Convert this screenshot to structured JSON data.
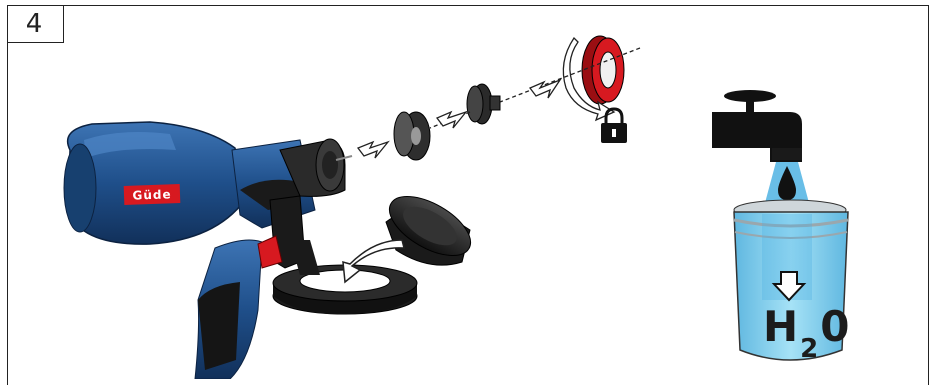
{
  "step": {
    "number": "4"
  },
  "sprayer": {
    "brand_label": "Güde"
  },
  "water": {
    "formula_h": "H",
    "formula_sub": "2",
    "formula_o": "0"
  },
  "colors": {
    "tool_blue": "#1f4f8a",
    "accent_red": "#d71920",
    "water_blue": "#7fd0ef",
    "stream_blue": "#4fb3e3"
  },
  "icons": [
    "lock-icon",
    "water-tap-icon",
    "water-drop-icon",
    "down-arrow-icon",
    "rotate-arrow-icon",
    "direction-arrow-icon"
  ]
}
